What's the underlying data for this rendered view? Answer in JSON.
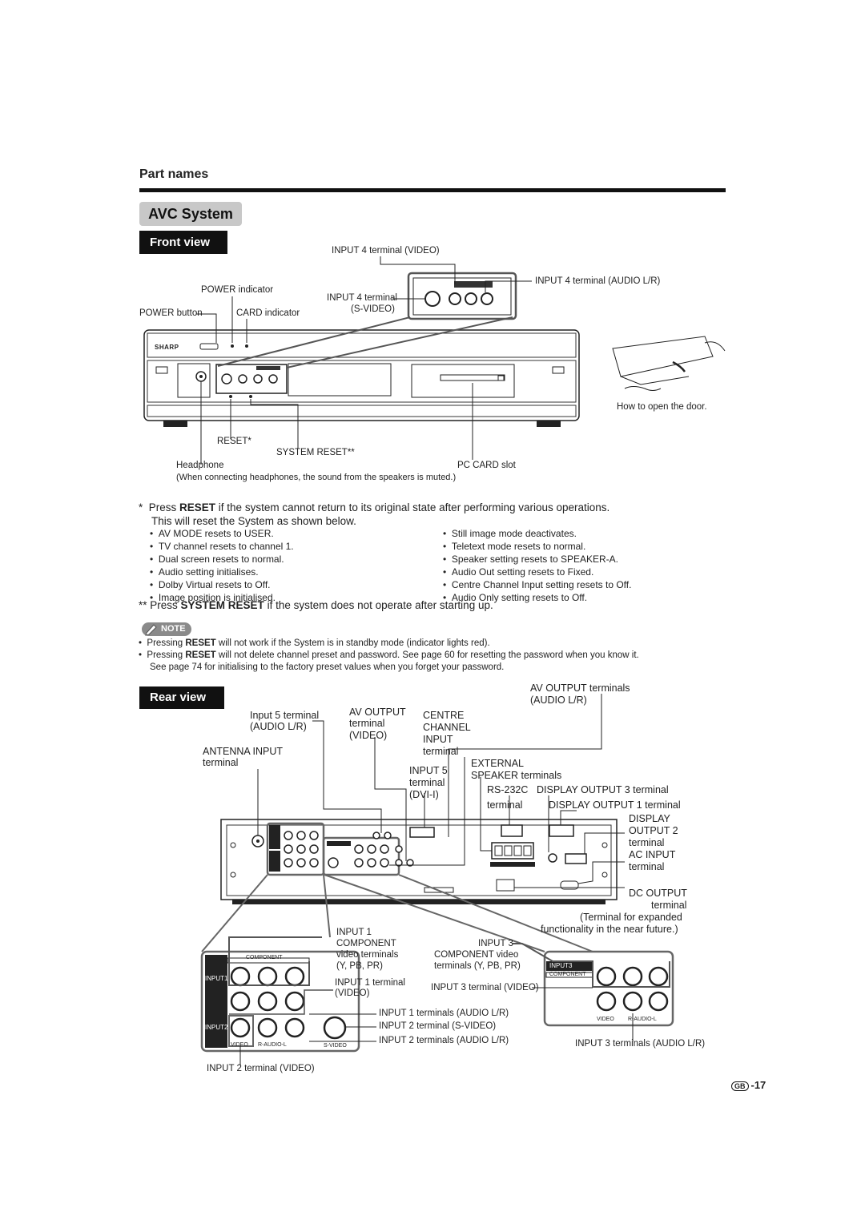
{
  "header": {
    "section": "Part names",
    "title": "AVC System"
  },
  "front": {
    "tab": "Front view",
    "brand": "SHARP",
    "labels": {
      "input4_video": "INPUT 4 terminal (VIDEO)",
      "input4_audio": "INPUT 4 terminal (AUDIO L/R)",
      "input4_svideo_1": "INPUT 4 terminal",
      "input4_svideo_2": "(S-VIDEO)",
      "power_indicator": "POWER indicator",
      "power_button": "POWER button",
      "card_indicator": "CARD indicator",
      "reset": "RESET*",
      "system_reset": "SYSTEM RESET**",
      "headphone": "Headphone",
      "headphone_note": "(When connecting headphones, the sound from the speakers is muted.)",
      "pc_card_slot": "PC CARD slot",
      "door": "How to open the door."
    }
  },
  "reset_note": {
    "line1_pre": "Press ",
    "line1_bold": "RESET",
    "line1_post": " if the system cannot return to its original state after performing various operations.",
    "line2": "This will reset the System as shown below.",
    "left_items": [
      "AV MODE resets to USER.",
      "TV channel resets to channel 1.",
      "Dual screen resets to normal.",
      "Audio setting initialises.",
      "Dolby Virtual resets to Off.",
      "Image position is initialised."
    ],
    "right_items": [
      "Still image mode deactivates.",
      "Teletext mode resets to normal.",
      "Speaker setting resets to SPEAKER-A.",
      "Audio Out setting resets to Fixed.",
      "Centre Channel Input setting resets to Off.",
      "Audio Only setting resets to Off."
    ],
    "sys_pre": "Press ",
    "sys_bold": "SYSTEM RESET",
    "sys_post": " if the system does not operate after starting up."
  },
  "note": {
    "badge": "NOTE",
    "n1_pre": "Pressing ",
    "n1_bold": "RESET",
    "n1_post": " will not work if the System is in standby mode (indicator lights red).",
    "n2_pre": "Pressing ",
    "n2_bold": "RESET",
    "n2_post": " will not delete channel preset and password. See page 60 for resetting the password when you know it.",
    "n3": "See page 74 for initialising to the factory preset values when you forget your password."
  },
  "rear": {
    "tab": "Rear view",
    "labels": {
      "av_output_terminals": "AV OUTPUT terminals",
      "audio_lr_1": "(AUDIO L/R)",
      "input5_audio_1": "Input 5 terminal",
      "input5_audio_2": "(AUDIO L/R)",
      "av_output_video_1": "AV OUTPUT",
      "av_output_video_2": "terminal",
      "av_output_video_3": "(VIDEO)",
      "centre_1": "CENTRE",
      "centre_2": "CHANNEL",
      "centre_3": "INPUT",
      "centre_4": "terminal",
      "antenna_1": "ANTENNA INPUT",
      "antenna_2": "terminal",
      "input5_dvi_1": "INPUT 5",
      "input5_dvi_2": "terminal",
      "input5_dvi_3": "(DVI-I)",
      "external_1": "EXTERNAL",
      "external_2": "SPEAKER terminals",
      "rs232_1": "RS-232C",
      "rs232_2": "terminal",
      "display_out3": "DISPLAY OUTPUT 3 terminal",
      "display_out1": "DISPLAY OUTPUT 1 terminal",
      "display_out2_1": "DISPLAY",
      "display_out2_2": "OUTPUT 2",
      "display_out2_3": "terminal",
      "ac_input_1": "AC INPUT",
      "ac_input_2": "terminal",
      "dc_output_1": "DC OUTPUT",
      "dc_output_2": "terminal",
      "dc_output_3": "(Terminal for expanded",
      "dc_output_4": "functionality in the near future.)"
    }
  },
  "detail": {
    "input1_comp_1": "INPUT 1",
    "input1_comp_2": "COMPONENT",
    "input1_comp_3": "video terminals",
    "input1_comp_4": "(Y, PB, PR)",
    "input1_video_1": "INPUT 1 terminal",
    "input1_video_2": "(VIDEO)",
    "input1_audio": "INPUT 1 terminals (AUDIO L/R)",
    "input2_svideo": "INPUT 2 terminal (S-VIDEO)",
    "input2_audio": "INPUT 2 terminals (AUDIO L/R)",
    "input2_video": "INPUT 2 terminal (VIDEO)",
    "input3_comp_1": "INPUT 3",
    "input3_comp_2": "COMPONENT video",
    "input3_comp_3": "terminals (Y, PB, PR)",
    "input3_video": "INPUT 3 terminal (VIDEO)",
    "input3_audio": "INPUT 3 terminals (AUDIO L/R)",
    "panel_input1": "INPUT1",
    "panel_input2": "INPUT2",
    "panel_input3": "INPUT3",
    "panel_component": "COMPONENT",
    "panel_video": "VIDEO",
    "panel_raudiol": "R-AUDIO-L",
    "panel_svideo": "S-VIDEO"
  },
  "footer": {
    "region": "GB",
    "page": "-17"
  }
}
